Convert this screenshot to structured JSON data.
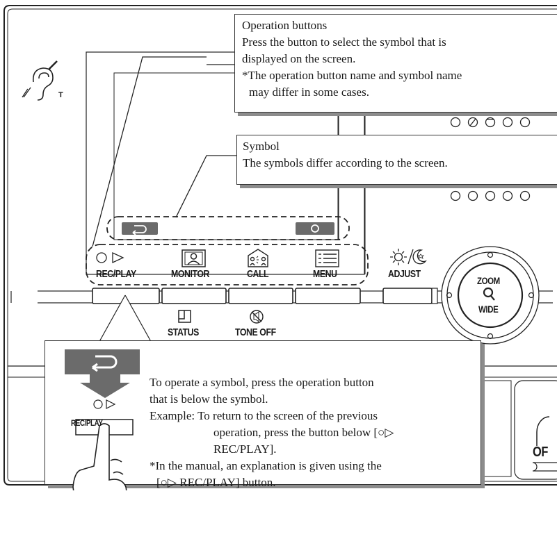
{
  "callout_operation": {
    "title": "Operation buttons",
    "line1": "Press the button to select the symbol that is",
    "line2": "displayed on the screen.",
    "note1": "*The operation button name and symbol name",
    "note2": "may differ in some cases."
  },
  "callout_symbol": {
    "title": "Symbol",
    "line1": "The symbols differ according to the screen."
  },
  "buttons": {
    "rec_play": "REC/PLAY",
    "monitor": "MONITOR",
    "call": "CALL",
    "menu": "MENU",
    "adjust": "ADJUST",
    "status": "STATUS",
    "tone_off": "TONE OFF",
    "zoom": "ZOOM",
    "wide": "WIDE",
    "off_partial": "OF"
  },
  "callout_example": {
    "button_label": "REC/PLAY",
    "line1": "To operate a symbol, press the operation button",
    "line2": "that is below the symbol.",
    "example_label": "Example:",
    "example1": "To return to the screen of the previous",
    "example2": "operation, press the button below [○▷",
    "example3": "REC/PLAY].",
    "note1": "*In the manual, an explanation is given using the",
    "note2": "[○▷ REC/PLAY] button."
  },
  "icons": [
    "hearing-loop-icon",
    "back-arrow-icon",
    "circle-symbol-icon",
    "rec-play-icon",
    "monitor-icon",
    "call-icon",
    "menu-icon",
    "brightness-icon",
    "zoom-icon",
    "status-icon",
    "tone-off-icon",
    "pointing-hand-icon",
    "down-arrow-icon"
  ],
  "colors": {
    "line": "#222222",
    "panel": "#ffffff",
    "chip": "#6b6b6b",
    "shadow": "#8c8c8c"
  }
}
